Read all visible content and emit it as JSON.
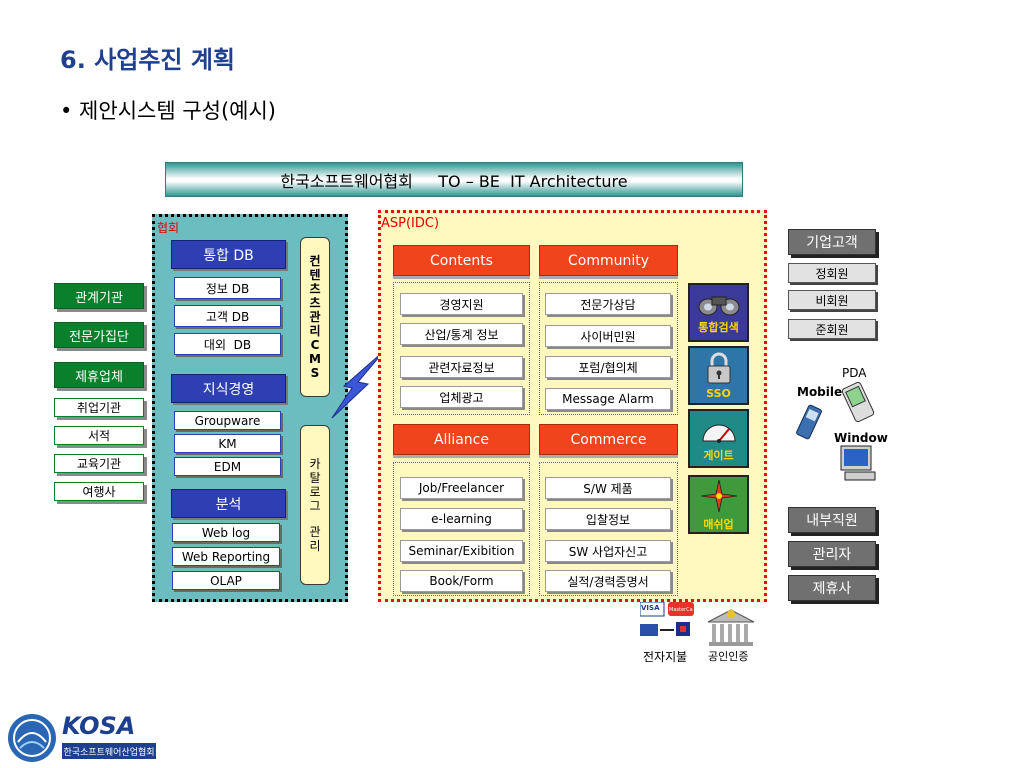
{
  "page": {
    "title": "6. 사업추진 계획",
    "subtitle": "• 제안시스템 구성(예시)"
  },
  "banner": {
    "text": "한국소프트웨어협회     TO – BE  IT Architecture"
  },
  "left_column": {
    "primary": [
      "관계기관",
      "전문가집단",
      "제휴업체"
    ],
    "secondary": [
      "취업기관",
      "서적",
      "교육기관",
      "여행사"
    ]
  },
  "association": {
    "label": "협회",
    "integrated_db": {
      "header": "통합 DB",
      "items": [
        "정보 DB",
        "고객 DB",
        "대외  DB"
      ]
    },
    "knowledge": {
      "header": "지식경영",
      "items": [
        "Groupware",
        "KM",
        "EDM"
      ]
    },
    "analysis": {
      "header": "분석",
      "items": [
        "Web log",
        "Web Reporting",
        "OLAP"
      ]
    },
    "cms_banner": [
      "컨",
      "텐",
      "츠",
      "관",
      "리",
      "C",
      "M",
      "S"
    ],
    "catalog_banner": [
      "카",
      "탈",
      "로",
      "그",
      "",
      "관",
      "리"
    ]
  },
  "asp": {
    "label": "ASP(IDC)",
    "contents": {
      "header": "Contents",
      "items": [
        "경영지원",
        "산업/통계 정보",
        "관련자료정보",
        "업체광고"
      ]
    },
    "community": {
      "header": "Community",
      "items": [
        "전문가상담",
        "사이버민원",
        "포럼/협의체",
        "Message Alarm"
      ]
    },
    "alliance": {
      "header": "Alliance",
      "items": [
        "Job/Freelancer",
        "e-learning",
        "Seminar/Exibition",
        "Book/Form"
      ]
    },
    "commerce": {
      "header": "Commerce",
      "items": [
        "S/W 제품",
        "입찰정보",
        "SW 사업자신고",
        "실적/경력증명서"
      ]
    },
    "tiles": [
      {
        "label": "통합검색",
        "icon": "binoculars-icon"
      },
      {
        "label": "SSO",
        "icon": "lock-icon"
      },
      {
        "label": "게이트",
        "icon": "gauge-icon"
      },
      {
        "label": "매쉬업",
        "icon": "compass-icon"
      }
    ]
  },
  "right_column": {
    "corporate": "기업고객",
    "members": [
      "정회원",
      "비회원",
      "준회원"
    ],
    "devices": {
      "pda": "PDA",
      "mobile": "Mobile",
      "window": "Window"
    },
    "internal": [
      "내부직원",
      "관리자",
      "제휴사"
    ]
  },
  "payment": {
    "label_left": "전자지불",
    "label_right": "공인인증",
    "cards": [
      "VISA",
      "MasterCard"
    ]
  },
  "logo": {
    "name": "KOSA",
    "subtitle": "한국소프트웨어산업협회"
  },
  "colors": {
    "title": "#1f3f8f",
    "assoc_bg": "#6bbdc0",
    "asp_bg": "#fff9c0",
    "red_header": "#f0441c",
    "blue_header": "#2d3fb3",
    "green_button": "#0a7f2c"
  }
}
